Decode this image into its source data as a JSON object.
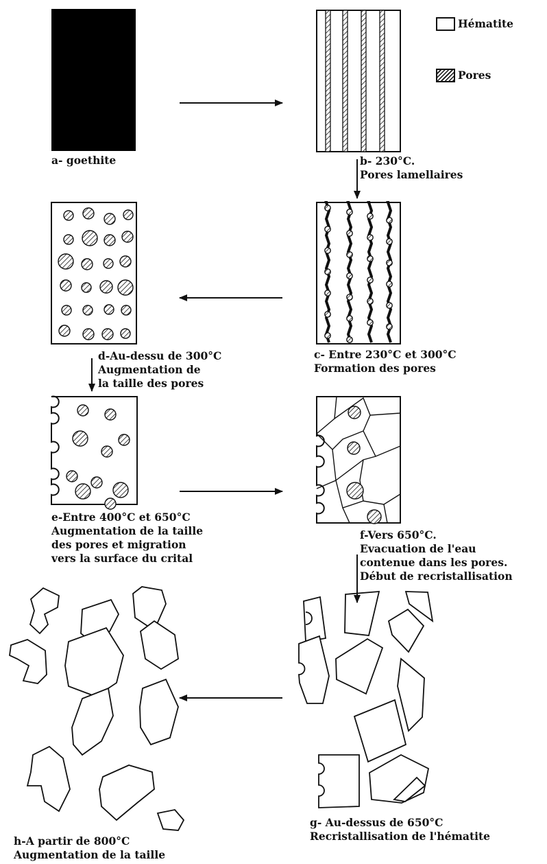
{
  "legend": {
    "hematite": "Hématite",
    "pores": "Pores"
  },
  "steps": {
    "a": {
      "lines": [
        "a- goethite"
      ]
    },
    "b": {
      "lines": [
        "b- 230°C.",
        "Pores lamellaires"
      ]
    },
    "c": {
      "lines": [
        "c- Entre 230°C et 300°C",
        "Formation des pores"
      ]
    },
    "d": {
      "lines": [
        "d-Au-dessu de 300°C",
        "Augmentation de",
        "la taille des pores"
      ]
    },
    "e": {
      "lines": [
        "e-Entre 400°C et 650°C",
        "Augmentation de la taille",
        "des pores et migration",
        "vers la surface du crital"
      ]
    },
    "f": {
      "lines": [
        "f-Vers 650°C.",
        "Evacuation de l'eau",
        "contenue dans les pores.",
        "Début de recristallisation"
      ]
    },
    "g": {
      "lines": [
        "g- Au-dessus de 650°C",
        "Recristallisation de l'hématite"
      ]
    },
    "h": {
      "lines": [
        "h-A partir de 800°C",
        "Augmentation de la taille"
      ]
    }
  },
  "colors": {
    "ink": "#111111",
    "fill": "#000000",
    "paper": "#ffffff"
  }
}
